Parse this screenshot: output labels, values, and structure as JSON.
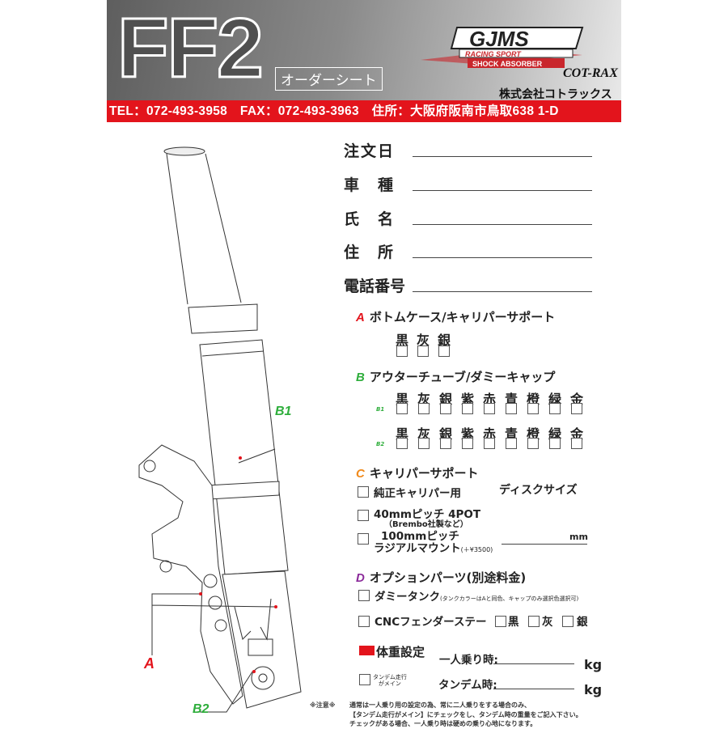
{
  "header": {
    "title": "FF2",
    "subtitle": "オーダーシート",
    "brand_logo": "GJMS RACING SPORT SHOCK ABSORBER",
    "maker_logo": "COTRAX",
    "company": "株式会社コトラックス"
  },
  "contact_bar": "TEL：072-493-3958　FAX：072-493-3963　住所：大阪府阪南市鳥取638 1-D",
  "form": {
    "fields": [
      "注文日",
      "車　種",
      "氏　名",
      "住　所",
      "電話番号"
    ]
  },
  "diagram": {
    "labels": {
      "a": "A",
      "b1": "B1",
      "b2": "B2"
    }
  },
  "section_a": {
    "tag": "A",
    "title": "ボトムケース/キャリパーサポート",
    "colors": [
      "黒",
      "灰",
      "銀"
    ],
    "color": "#e3141c"
  },
  "section_b": {
    "tag": "B",
    "title": "アウターチューブ/ダミーキャップ",
    "rows": [
      "B1",
      "B2"
    ],
    "colors": [
      "黒",
      "灰",
      "銀",
      "紫",
      "赤",
      "青",
      "橙",
      "緑",
      "金"
    ],
    "color": "#2fae3c"
  },
  "section_c": {
    "tag": "C",
    "title": "キャリパーサポート",
    "disc_size_label": "ディスクサイズ",
    "disc_unit": "mm",
    "color": "#f08a1c",
    "options": [
      {
        "label": "純正キャリパー用"
      },
      {
        "label": "40mmピッチ 4POT",
        "sub": "（Brembo社製など）"
      },
      {
        "label": "100mmピッチ",
        "label2": "ラジアルマウント",
        "sub": "(＋¥3500)"
      }
    ]
  },
  "section_d": {
    "tag": "D",
    "title": "オプションパーツ(別途料金)",
    "color": "#8b2a9a",
    "dummy_tank": "ダミータンク",
    "dummy_tank_note": "(タンクカラーはAと同色、キャップのみ選択色選択可)",
    "cnc": "CNCフェンダーステー",
    "cnc_colors": [
      "黒",
      "灰",
      "銀"
    ]
  },
  "weight": {
    "title": "体重設定",
    "solo": "一人乗り時:",
    "tandem": "タンデム時:",
    "unit": "kg",
    "tandem_check": "タンデム走行",
    "tandem_check2": "がメイン"
  },
  "note": {
    "label": "※注意※",
    "lines": [
      "通常は一人乗り用の設定の為、常に二人乗りをする場合のみ、",
      "【タンデム走行がメイン】にチェックをし、タンデム時の重量をご記入下さい。",
      "チェックがある場合、一人乗り時は硬めの乗り心地になります。"
    ]
  }
}
